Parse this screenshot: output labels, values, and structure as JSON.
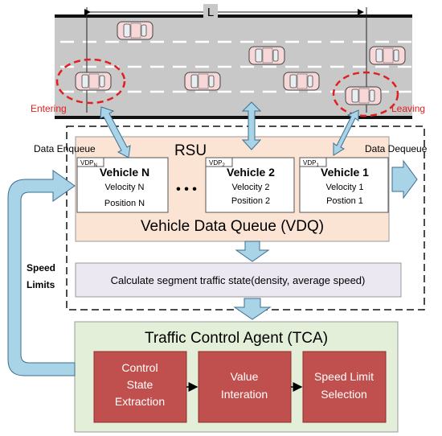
{
  "road": {
    "length_label": "L",
    "entering_label": "Entering",
    "leaving_label": "Leaving"
  },
  "queue_flow": {
    "enqueue_label": "Data Enqueue",
    "dequeue_label": "Data Dequeue"
  },
  "rsu": {
    "title": "RSU",
    "ellipsis": "• • •",
    "vehicles": [
      {
        "tag": "VDP",
        "tag_sub": "N",
        "name": "Vehicle N",
        "velocity": "Velocity N",
        "position": "Position N"
      },
      {
        "tag": "VDP",
        "tag_sub": "2",
        "name": "Vehicle 2",
        "velocity": "Velocity 2",
        "position": "Position 2"
      },
      {
        "tag": "VDP",
        "tag_sub": "1",
        "name": "Vehicle 1",
        "velocity": "Velocity 1",
        "position": "Postion 1"
      }
    ],
    "queue_label": "Vehicle Data Queue (VDQ)",
    "calc_label": "Calculate segment traffic state(density, average speed)"
  },
  "feedback": {
    "label_line1": "Speed",
    "label_line2": "Limits"
  },
  "tca": {
    "title": "Traffic Control Agent (TCA)",
    "steps": [
      {
        "lines": [
          "Control",
          "State",
          "Extraction"
        ]
      },
      {
        "lines": [
          "Value",
          "Interation"
        ]
      },
      {
        "lines": [
          "Speed Limit",
          "Selection"
        ]
      }
    ]
  },
  "colors": {
    "road": "#c8c8c8",
    "car_body": "#f7d7d7",
    "highlight_red": "#e02020",
    "arrow_blue": "#a9d4e8",
    "rsu_fill": "#fbe4d3",
    "calc_fill": "#ebe8f2",
    "tca_fill": "#e3efd8",
    "step_fill": "#c0504d"
  }
}
